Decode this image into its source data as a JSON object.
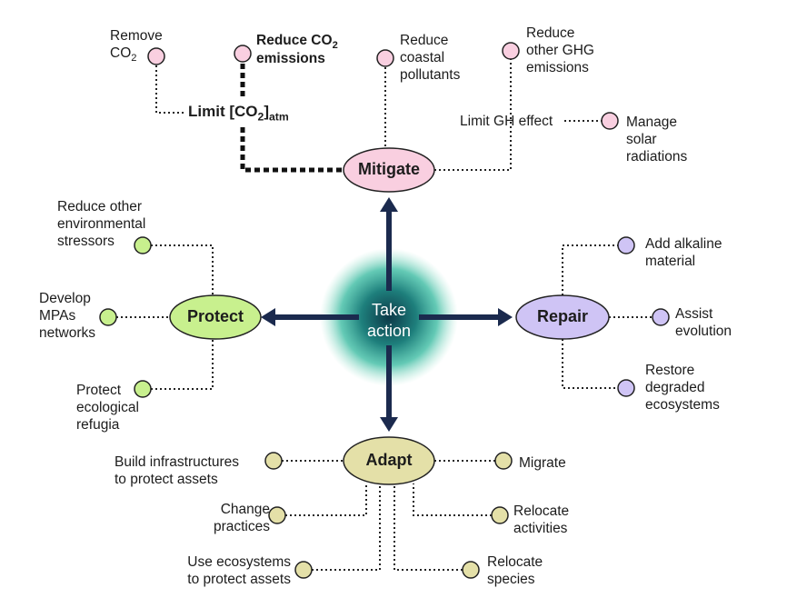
{
  "center": {
    "line1": "Take",
    "line2": "action"
  },
  "hubs": {
    "mitigate": "Mitigate",
    "protect": "Protect",
    "repair": "Repair",
    "adapt": "Adapt"
  },
  "mitigate": {
    "limit_co2": {
      "main": "Limit [CO",
      "sub1": "2",
      "close": "]",
      "sub2": "atm"
    },
    "remove_co2": {
      "line1": "Remove",
      "line2_main": "CO",
      "line2_sub": "2"
    },
    "reduce_co2": {
      "line1_main": "Reduce CO",
      "line1_sub": "2",
      "line2": "emissions"
    },
    "reduce_coastal": [
      "Reduce",
      "coastal",
      "pollutants"
    ],
    "reduce_ghg": [
      "Reduce",
      "other GHG",
      "emissions"
    ],
    "limit_gh": "Limit GH effect",
    "manage_solar": [
      "Manage",
      "solar",
      "radiations"
    ]
  },
  "protect": {
    "reduce_stressors": [
      "Reduce other",
      "environmental",
      "stressors"
    ],
    "mpas": [
      "Develop",
      "MPAs",
      "networks"
    ],
    "refugia": [
      "Protect",
      "ecological",
      "refugia"
    ]
  },
  "repair": {
    "alkaline": [
      "Add alkaline",
      "material"
    ],
    "evolution": [
      "Assist",
      "evolution"
    ],
    "restore": [
      "Restore",
      "degraded",
      "ecosystems"
    ]
  },
  "adapt": {
    "infrastructures": [
      "Build infrastructures",
      "to protect assets"
    ],
    "practices": [
      "Change",
      "practices"
    ],
    "ecosystems": [
      "Use ecosystems",
      "to protect assets"
    ],
    "migrate": "Migrate",
    "relocate_activities": [
      "Relocate",
      "activities"
    ],
    "relocate_species": [
      "Relocate",
      "species"
    ]
  },
  "colors": {
    "mitigate": "#f9cfe0",
    "protect": "#c8f08e",
    "repair": "#cfc4f5",
    "adapt": "#e4e0a8",
    "arrow": "#1b2a4e",
    "glow": "#3fb9a3"
  }
}
